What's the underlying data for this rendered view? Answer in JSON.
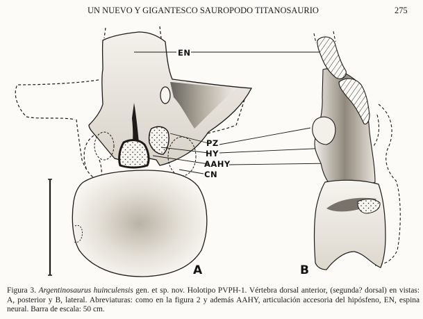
{
  "running_head": {
    "title": "UN NUEVO Y GIGANTESCO SAUROPODO TITANOSAURIO",
    "page_number": "275"
  },
  "figure": {
    "view_labels": {
      "a": "A",
      "b": "B"
    },
    "annotations": {
      "en": "EN",
      "pz": "PZ",
      "hy": "HY",
      "aahy": "AAHY",
      "cn": "CN"
    },
    "scale_bar": {
      "length_label": "50 cm",
      "color": "#1c1a17"
    },
    "colors": {
      "paper": "#fcfbf8",
      "ink": "#1c1a17",
      "stipple": "#6b655c"
    }
  },
  "caption": {
    "figure_number": "Figura 3.",
    "taxon": "Argentinosaurus huinculensis",
    "line1_rest": " gen. et sp. nov. Holotipo PVPH-1. Vértebra dorsal anterior, (segunda? dorsal) en vistas:",
    "line2": "A, posterior y B, lateral. Abreviaturas: como en la figura 2 y además AAHY, articulación accesoria del hipósfeno, EN, espina",
    "line3": "neural. Barra de escala: 50 cm."
  }
}
